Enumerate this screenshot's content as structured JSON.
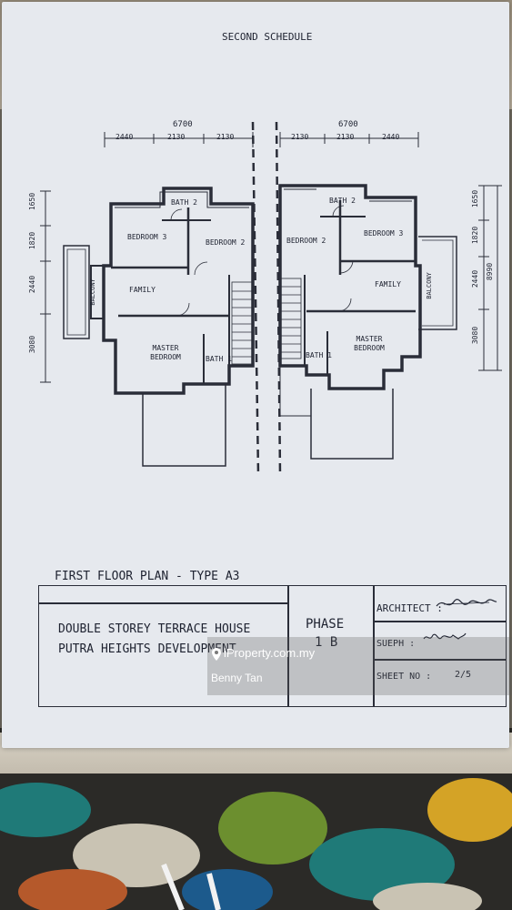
{
  "document": {
    "header": "SECOND SCHEDULE",
    "plan_title": "FIRST FLOOR PLAN - TYPE A3",
    "dimensions_top_left": {
      "total": "6700",
      "segments": [
        "2440",
        "2130",
        "2130"
      ]
    },
    "dimensions_top_right": {
      "total": "6700",
      "segments": [
        "2130",
        "2130",
        "2440"
      ]
    },
    "dimensions_side_left": [
      "1650",
      "1820",
      "2440",
      "3080"
    ],
    "dimensions_side_right": [
      "1650",
      "1820",
      "2440",
      "3080",
      "8990"
    ],
    "rooms_left": [
      "BATH 2",
      "BEDROOM 3",
      "BEDROOM 2",
      "FAMILY",
      "BALCONY",
      "MASTER BEDROOM",
      "BATH 1"
    ],
    "rooms_right": [
      "BATH 2",
      "BEDROOM 2",
      "BEDROOM 3",
      "FAMILY",
      "BALCONY",
      "MASTER BEDROOM",
      "BATH 1"
    ],
    "title_block": {
      "project_line1": "DOUBLE STOREY TERRACE HOUSE",
      "project_line2": "PUTRA HEIGHTS DEVELOPMENT",
      "phase_label": "PHASE",
      "phase_value": "1 B",
      "architect_label": "ARCHITECT :",
      "sueph_label": "SUEPH :",
      "sheet_label": "SHEET NO :",
      "sheet_value": "2/5"
    }
  },
  "watermark": {
    "site": "iProperty.com.my",
    "agent": "Benny Tan"
  },
  "colors": {
    "paper": "#e6e9ee",
    "ink": "#1e2230",
    "fabric": "#1f7a78"
  }
}
